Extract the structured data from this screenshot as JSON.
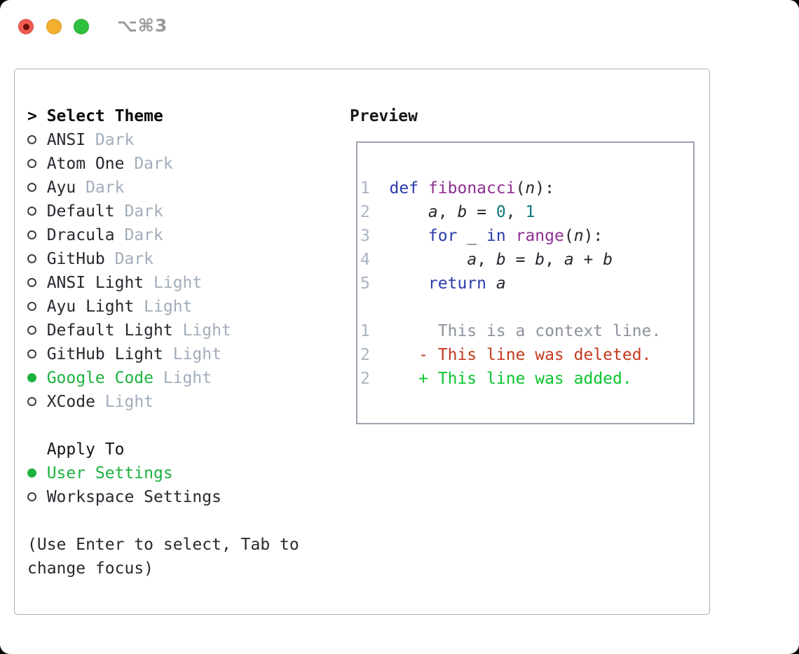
{
  "window": {
    "title": "⌥⌘3",
    "traffic_lights": [
      {
        "name": "close",
        "has_dot": true
      },
      {
        "name": "minimize",
        "has_dot": false
      },
      {
        "name": "zoom",
        "has_dot": false
      }
    ]
  },
  "theme_picker": {
    "header": {
      "prefix": ">",
      "label": "Select Theme"
    },
    "themes": [
      {
        "name": "ANSI",
        "variant": "Dark",
        "selected": false
      },
      {
        "name": "Atom One",
        "variant": "Dark",
        "selected": false
      },
      {
        "name": "Ayu",
        "variant": "Dark",
        "selected": false
      },
      {
        "name": "Default",
        "variant": "Dark",
        "selected": false
      },
      {
        "name": "Dracula",
        "variant": "Dark",
        "selected": false
      },
      {
        "name": "GitHub",
        "variant": "Dark",
        "selected": false
      },
      {
        "name": "ANSI Light",
        "variant": "Light",
        "selected": false
      },
      {
        "name": "Ayu Light",
        "variant": "Light",
        "selected": false
      },
      {
        "name": "Default Light",
        "variant": "Light",
        "selected": false
      },
      {
        "name": "GitHub Light",
        "variant": "Light",
        "selected": false
      },
      {
        "name": "Google Code",
        "variant": "Light",
        "selected": true
      },
      {
        "name": "XCode",
        "variant": "Light",
        "selected": false
      }
    ],
    "apply_to": {
      "label": "Apply To",
      "options": [
        {
          "label": "User Settings",
          "selected": true
        },
        {
          "label": "Workspace Settings",
          "selected": false
        }
      ]
    },
    "hint_lines": [
      "(Use Enter to select, Tab to",
      "change focus)"
    ]
  },
  "preview": {
    "label": "Preview",
    "code_lines": [
      {
        "num": "1",
        "tokens": [
          [
            "kw",
            "def"
          ],
          [
            "pl",
            " "
          ],
          [
            "fn",
            "fibonacci"
          ],
          [
            "pl",
            "("
          ],
          [
            "var",
            "n"
          ],
          [
            "pl",
            "):"
          ]
        ]
      },
      {
        "num": "2",
        "tokens": [
          [
            "pl",
            "    "
          ],
          [
            "var",
            "a"
          ],
          [
            "pl",
            ", "
          ],
          [
            "var",
            "b"
          ],
          [
            "pl",
            " = "
          ],
          [
            "lit",
            "0"
          ],
          [
            "pl",
            ", "
          ],
          [
            "lit",
            "1"
          ]
        ]
      },
      {
        "num": "3",
        "tokens": [
          [
            "pl",
            "    "
          ],
          [
            "kw",
            "for"
          ],
          [
            "pl",
            " "
          ],
          [
            "var",
            "_"
          ],
          [
            "pl",
            " "
          ],
          [
            "kw",
            "in"
          ],
          [
            "pl",
            " "
          ],
          [
            "fn",
            "range"
          ],
          [
            "pl",
            "("
          ],
          [
            "var",
            "n"
          ],
          [
            "pl",
            "):"
          ]
        ]
      },
      {
        "num": "4",
        "tokens": [
          [
            "pl",
            "        "
          ],
          [
            "var",
            "a"
          ],
          [
            "pl",
            ", "
          ],
          [
            "var",
            "b"
          ],
          [
            "pl",
            " = "
          ],
          [
            "var",
            "b"
          ],
          [
            "pl",
            ", "
          ],
          [
            "var",
            "a"
          ],
          [
            "pl",
            " + "
          ],
          [
            "var",
            "b"
          ]
        ]
      },
      {
        "num": "5",
        "tokens": [
          [
            "pl",
            "    "
          ],
          [
            "kw",
            "return"
          ],
          [
            "pl",
            " "
          ],
          [
            "var",
            "a"
          ]
        ]
      }
    ],
    "diff_lines": [
      {
        "num": "1",
        "kind": "ctx",
        "text": "     This is a context line."
      },
      {
        "num": "2",
        "kind": "del",
        "text": "   - This line was deleted."
      },
      {
        "num": "2",
        "kind": "add",
        "text": "   + This line was added."
      }
    ]
  },
  "colors": {
    "selected_green": "#1db13f",
    "keyword_blue": "#2a3aab",
    "function_purple": "#8f2f92",
    "literal_teal": "#107a7d",
    "line_number_gray": "#a9b4c2",
    "context_gray": "#8d939c",
    "deleted_red": "#c43a1f",
    "added_green": "#0bc52e",
    "muted_gray": "#9aa4b2",
    "variant_gray": "#a2adbb",
    "text_dark": "#26292e",
    "border_gray": "#a9b1bb",
    "close_red": "#f15b51",
    "close_dot": "#670f08",
    "minimize_yellow": "#f3b02e",
    "zoom_green": "#2fbf3e"
  }
}
